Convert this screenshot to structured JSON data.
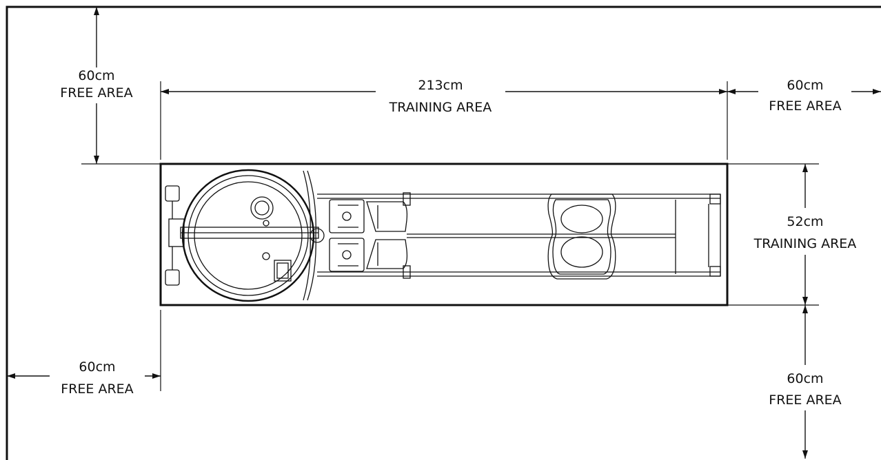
{
  "labels": {
    "top_left_value": "60cm",
    "top_left_caption": "FREE AREA",
    "length_value": "213cm",
    "length_caption": "TRAINING AREA",
    "top_right_value": "60cm",
    "top_right_caption": "FREE AREA",
    "width_value": "52cm",
    "width_caption": "TRAINING AREA",
    "bottom_left_value": "60cm",
    "bottom_left_caption": "FREE AREA",
    "bottom_right_value": "60cm",
    "bottom_right_caption": "FREE AREA"
  },
  "colors": {
    "line": "#111111",
    "background": "#ffffff"
  }
}
